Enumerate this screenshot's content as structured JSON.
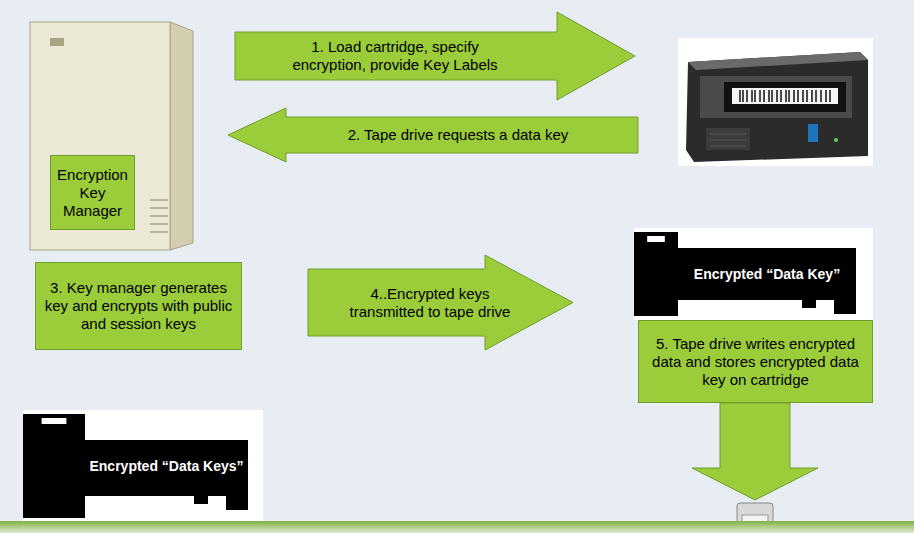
{
  "diagram": {
    "nodes": [
      {
        "text": [
          "1. Load cartridge, specify encryption, provide Key Labels"
        ]
      },
      {
        "text": [
          "2. Tape drive requests a data key"
        ]
      },
      {
        "text": [
          "Encryption Key Manager"
        ]
      },
      {
        "text": [
          "3. Key manager generates key and encrypts with public and session keys"
        ]
      },
      {
        "text": [
          "4..Encrypted keys transmitted to tape drive"
        ]
      },
      {
        "text": [
          "Encrypted “Data Key”"
        ]
      },
      {
        "text": [
          "5. Tape drive writes encrypted data and stores encrypted data key on cartridge"
        ]
      },
      {
        "text": [
          "Encrypted “Data Keys”"
        ]
      }
    ]
  }
}
